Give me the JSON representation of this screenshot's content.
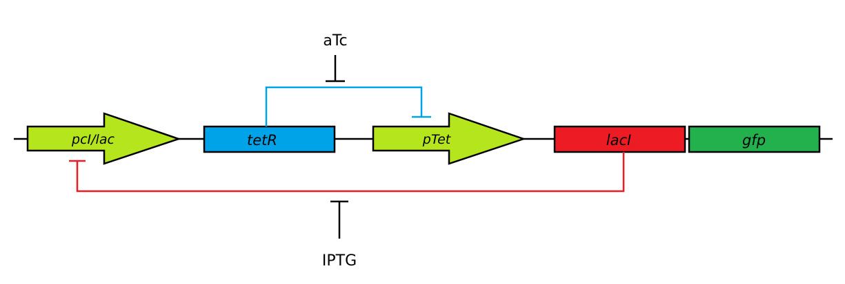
{
  "colors": {
    "backbone": "#000000",
    "promoter_fill": "#b5e61d",
    "tetR_fill": "#00a2e8",
    "lacI_fill": "#ed1c24",
    "gfp_fill": "#22b14c",
    "tetR_repression_line": "#00a2e8",
    "lacI_repression_line": "#ed1c24",
    "inducer_line": "#000000"
  },
  "parts": {
    "promoter_1": {
      "label": "pcI/lac",
      "type": "promoter"
    },
    "tetR": {
      "label": "tetR",
      "type": "coding-sequence"
    },
    "promoter_2": {
      "label": "pTet",
      "type": "promoter"
    },
    "lacI": {
      "label": "lacI",
      "type": "coding-sequence"
    },
    "gfp": {
      "label": "gfp",
      "type": "coding-sequence"
    }
  },
  "inducers": {
    "top": {
      "label": "aTc"
    },
    "bottom": {
      "label": "IPTG"
    }
  },
  "interactions": [
    {
      "from": "tetR",
      "to": "pTet",
      "kind": "repression"
    },
    {
      "from": "lacI",
      "to": "pcI/lac",
      "kind": "repression"
    },
    {
      "from": "aTc",
      "to": "tetR repression",
      "kind": "inhibition"
    },
    {
      "from": "IPTG",
      "to": "lacI repression",
      "kind": "inhibition"
    }
  ]
}
